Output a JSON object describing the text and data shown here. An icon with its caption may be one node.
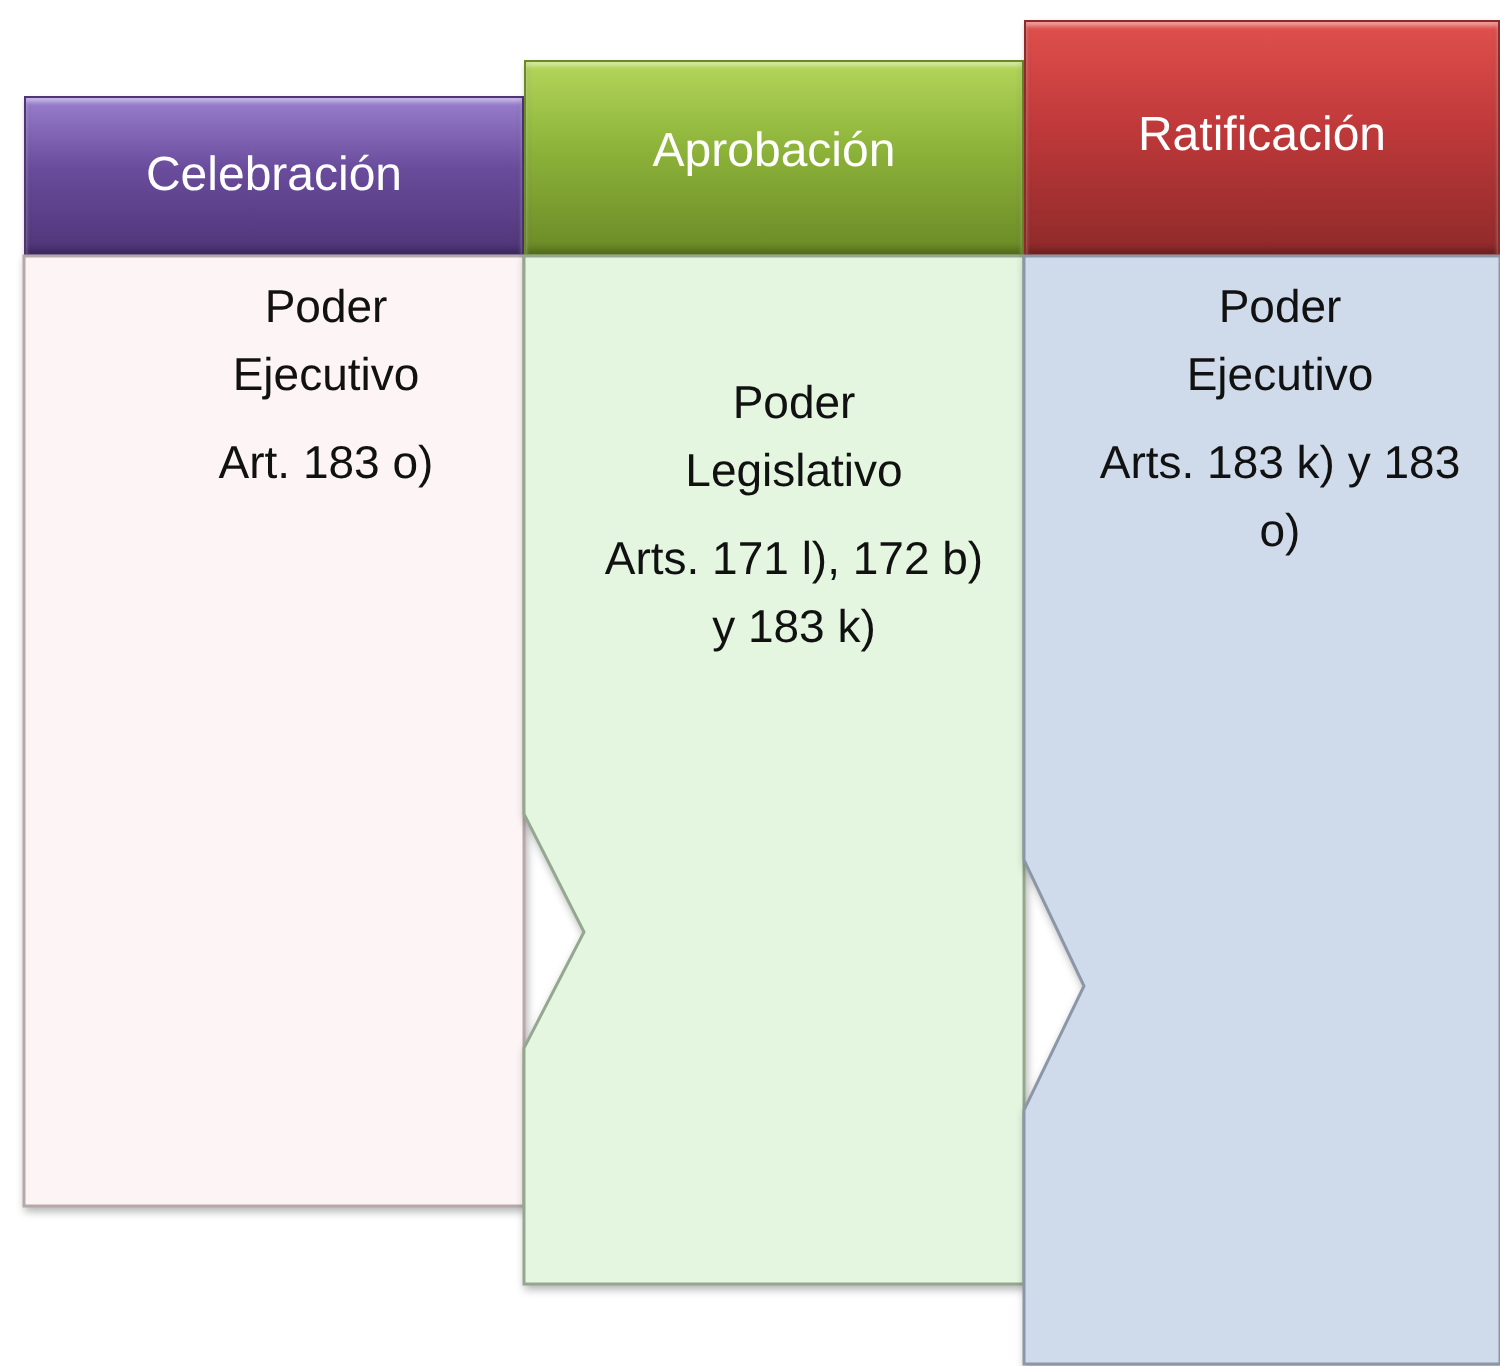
{
  "diagram": {
    "nodes": [
      {
        "text": [
          "Celebración"
        ]
      },
      {
        "text": [
          "Poder Ejecutivo",
          "Art. 183 o)"
        ]
      },
      {
        "text": [
          "Aprobación"
        ]
      },
      {
        "text": [
          "Poder Legislativo",
          "Arts. 171 l), 172 b) y 183 k)"
        ]
      },
      {
        "text": [
          "Ratificación"
        ]
      },
      {
        "text": [
          "Poder Ejecutivo",
          "Arts. 183 k) y 183 o)"
        ]
      }
    ]
  }
}
